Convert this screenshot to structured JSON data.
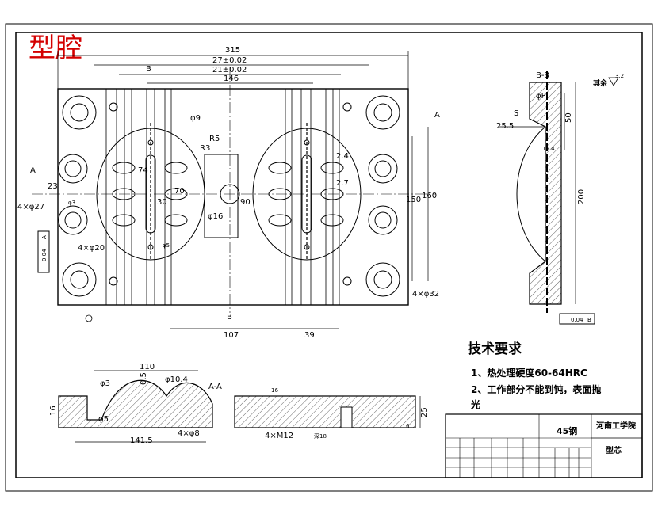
{
  "drawing_title": "型腔",
  "top_view": {
    "dims": {
      "overall_width": "315",
      "inner_width_1": "27±0.02",
      "inner_width_2": "21±0.02",
      "inner_width_3": "146",
      "bottom_1": "107",
      "bottom_2": "39",
      "left_23": "23",
      "right_150": "150",
      "right_160": "160",
      "hole_corner": "4×φ32",
      "hole_left": "4×φ27",
      "hole_20": "4×φ20",
      "phi9": "φ9",
      "phi16": "φ16",
      "r3": "R3",
      "r5": "R5",
      "d74": "74",
      "d30": "30",
      "d70": "70",
      "d90": "90",
      "d24": "2.4",
      "d27": "2.7",
      "phi3": "φ3",
      "phi5": "φ5",
      "flat": "0.04",
      "flat_ref": "A"
    },
    "section_a": "A",
    "section_b": "B"
  },
  "section_bb": {
    "label": "B-B",
    "roughness_note": "其余",
    "roughness_val": "3.2",
    "dims": {
      "phi_p": "φP",
      "s": "S",
      "d25": "25.5",
      "d50": "50",
      "d200": "200",
      "d154": "15.4",
      "flat": "0.04",
      "flat_ref": "B"
    }
  },
  "section_aa": {
    "label": "A-A",
    "dims": {
      "d110": "110",
      "d16": "16",
      "phi3": "φ3",
      "phi5": "φ5",
      "phi10": "φ10.4",
      "d05": "0.5",
      "d8": "4×φ8",
      "d1415": "141.5",
      "m12": "4×M12",
      "depth": "深18",
      "d25": "25",
      "d6": "6",
      "rough": "16"
    }
  },
  "tech": {
    "heading": "技术要求",
    "line1": "1、热处理硬度60-64HRC",
    "line2a": "2、工作部分不能到钝，表面抛",
    "line2b": "光"
  },
  "title_block": {
    "material": "45钢",
    "school": "河南工学院",
    "part": "型芯"
  }
}
